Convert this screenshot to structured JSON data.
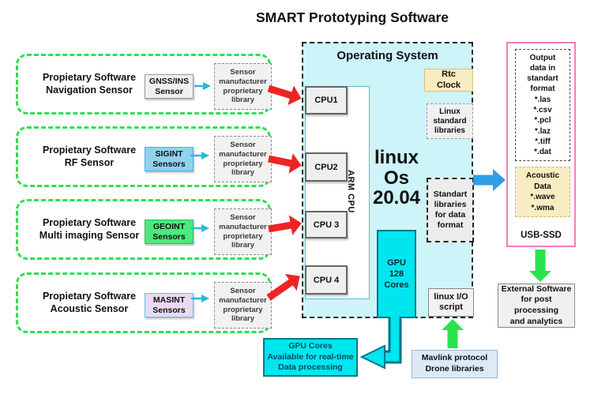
{
  "title": "SMART Prototyping Software",
  "colors": {
    "os-fill": "#cdf4f9",
    "cyan-bright": "#00e5ee",
    "green-dash": "#2ee052",
    "pink-border": "#ef7fbe",
    "red-arrow": "#ee2424",
    "blue-arrow": "#2d9fe8",
    "green-arrow": "#2ae24c",
    "chip-sigint": "#8fd2ec",
    "chip-geoint": "#4ce87d",
    "chip-masint": "#e9d9f3",
    "tan-fill": "#f8ecc2",
    "mavlink-fill": "#dceaf8"
  },
  "sensors": [
    {
      "name": "Propietary Software\nNavigation Sensor",
      "chip": "GNSS/INS\nSensor",
      "lib": "Sensor\nmanufacturer\nproprietary\nlibrary"
    },
    {
      "name": "Propietary Software\nRF Sensor",
      "chip": "SIGINT\nSensors",
      "lib": "Sensor\nmanufacturer\nproprietary\nlibrary"
    },
    {
      "name": "Propietary Software\nMulti imaging Sensor",
      "chip": "GEOINT\nSensors",
      "lib": "Sensor\nmanufacturer\nproprietary\nlibrary"
    },
    {
      "name": "Propietary Software\nAcoustic Sensor",
      "chip": "MASINT\nSensors",
      "lib": "Sensor\nmanufacturer\nproprietary\nlibrary"
    }
  ],
  "os": {
    "title": "Operating System",
    "rtc_clock": "Rtc\nClock",
    "linux_std": "Linux\nstandard\nlibraries",
    "linux_os": "linux\nOs\n20.04",
    "standart_libs": "Standart\nlibraries\nfor data\nformat",
    "arm_cpu": "ARM CPU",
    "cpus": [
      "CPU1",
      "CPU2",
      "CPU 3",
      "CPU 4"
    ],
    "gpu": "GPU\n128\nCores",
    "io_script": "linux I/O\nscript"
  },
  "storage": {
    "output": "Output\ndata in\nstandart\nformat\n*.las\n*.csv\n*.pcl\n*.laz\n*.tiff\n*.dat",
    "acoustic": "Acoustic\nData\n*.wave\n*.wma",
    "label": "USB-SSD"
  },
  "external_software": "External Software\nfor post processing\nand analytics",
  "gpu_cores_note": "GPU Cores\nAvailable for real-time\nData processing",
  "mavlink": "Mavlink protocol\nDrone libraries"
}
